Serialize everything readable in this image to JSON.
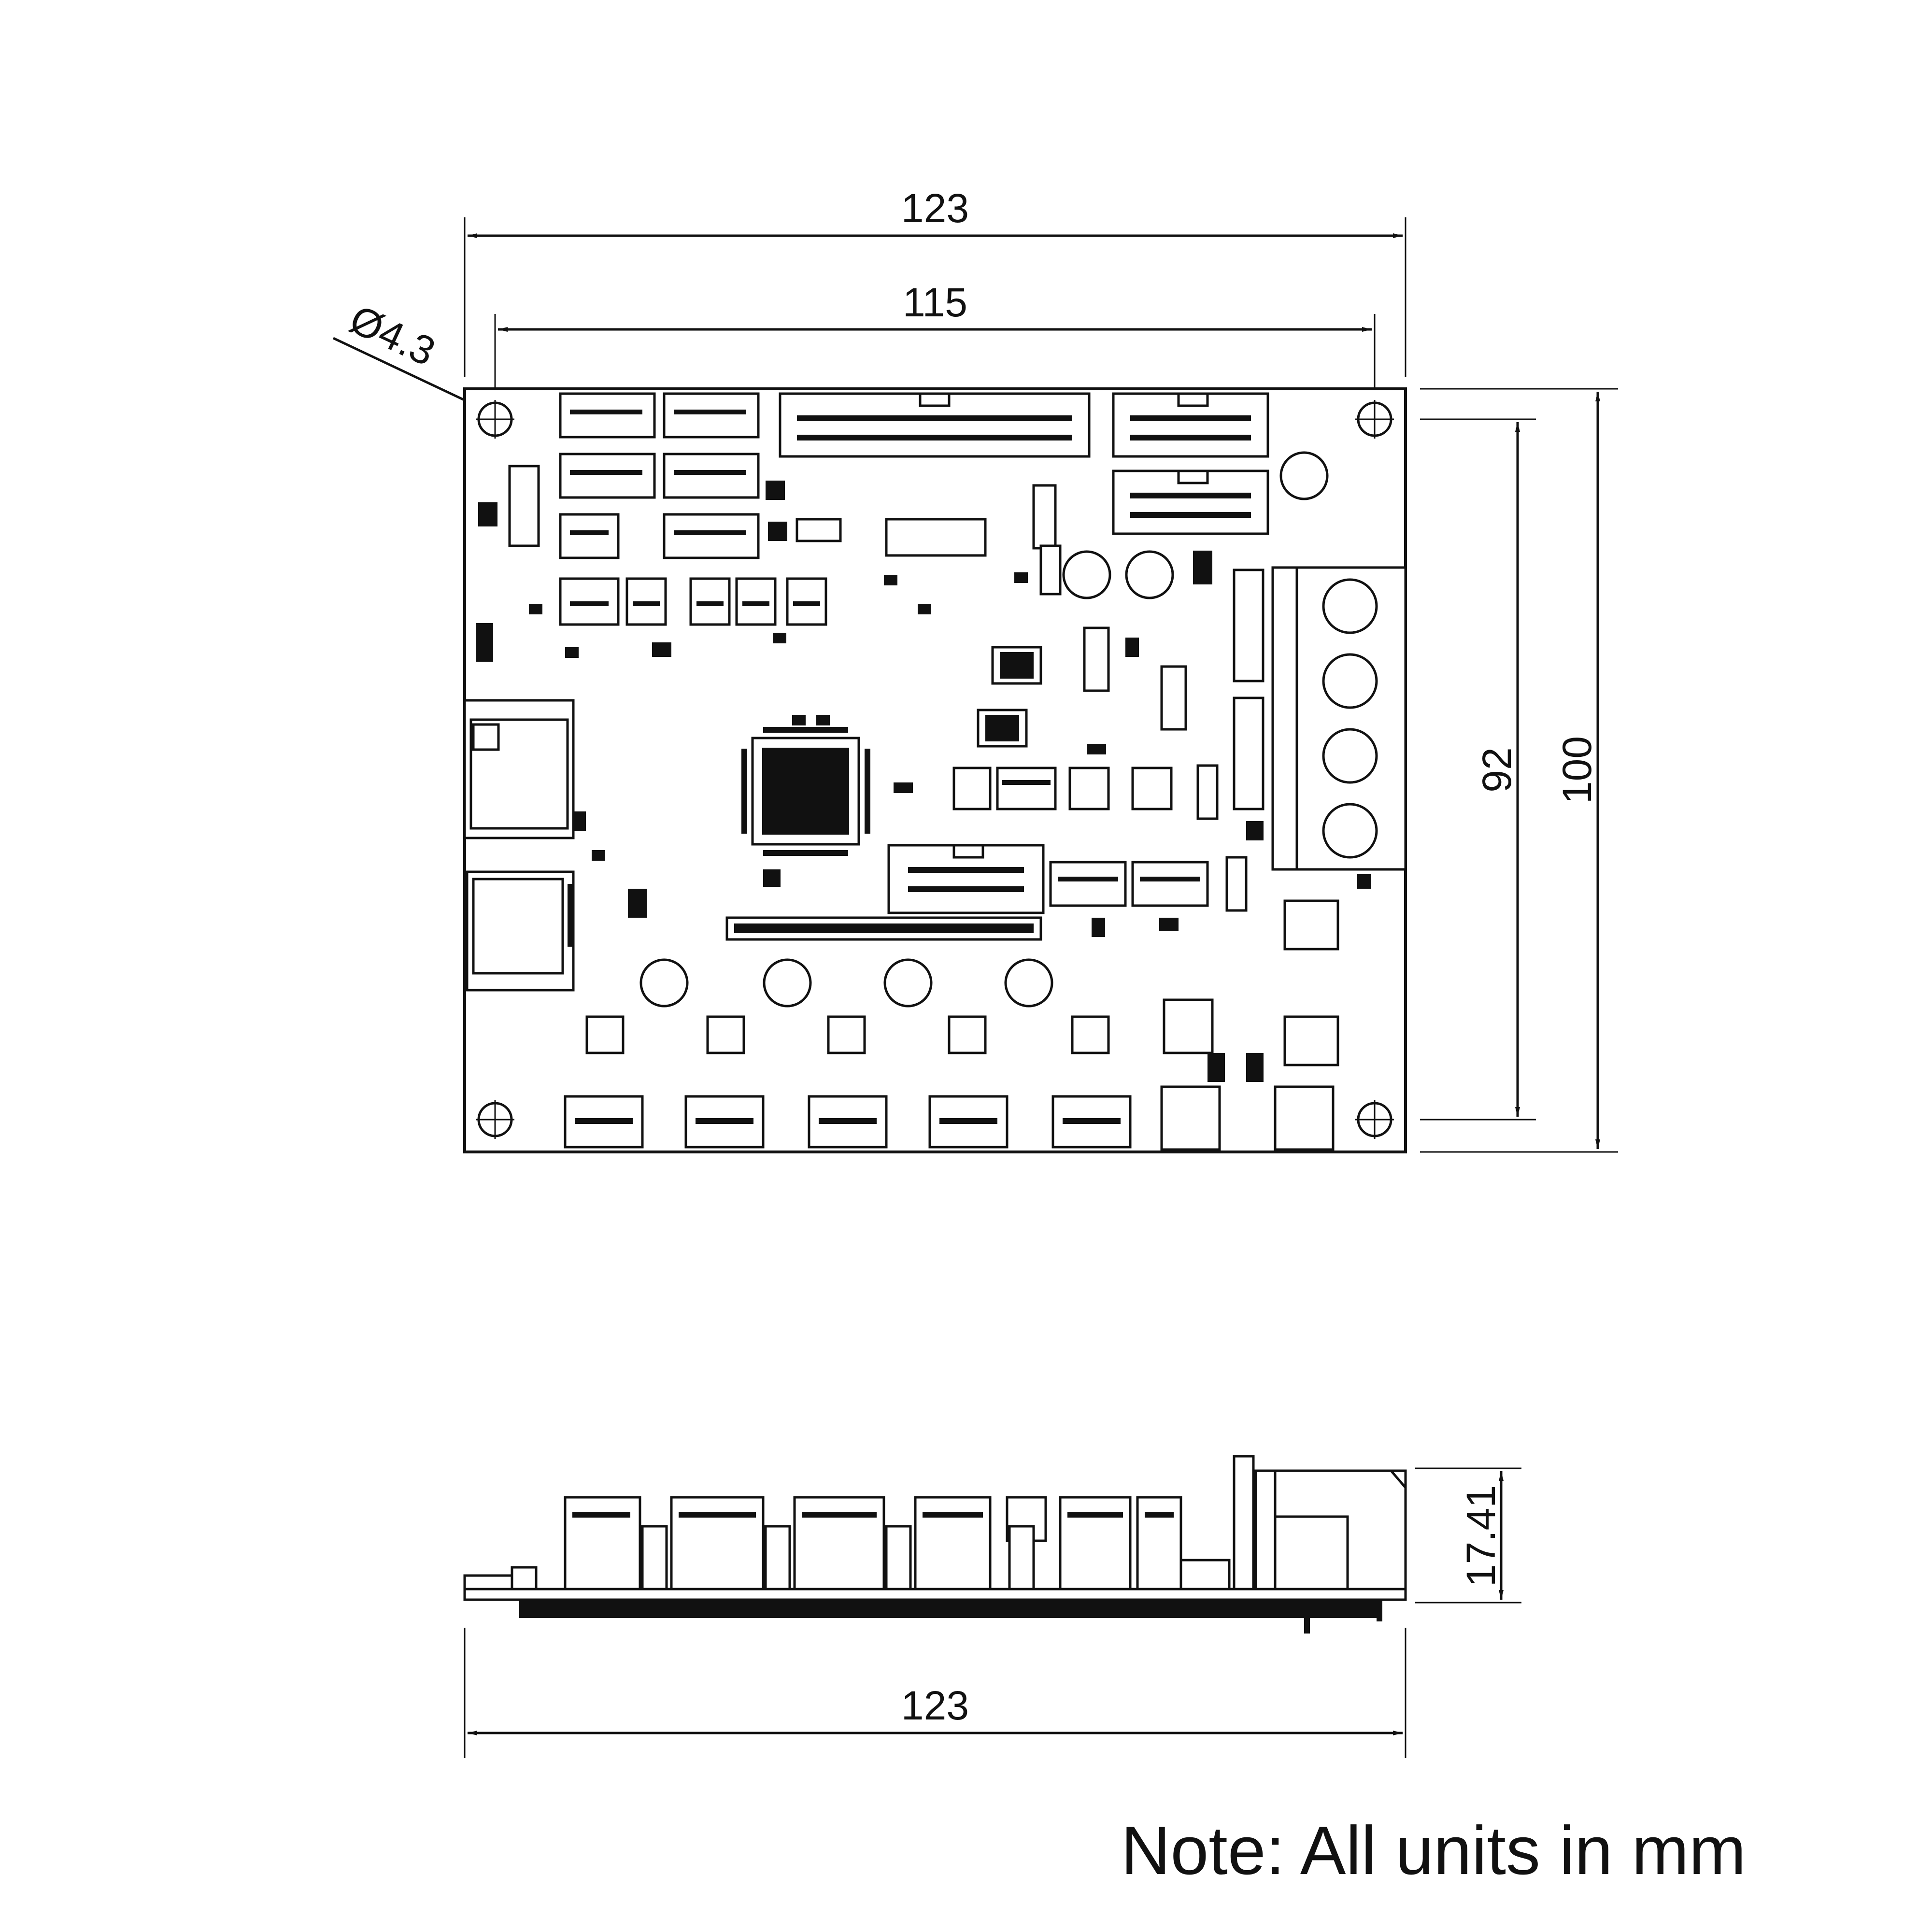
{
  "drawing": {
    "top_view": {
      "dim_width_outer": "123",
      "dim_width_holes": "115",
      "dim_hole_diameter": "Ø4.3",
      "dim_height_holes": "92",
      "dim_height_outer": "100"
    },
    "side_view": {
      "dim_height": "17.41",
      "dim_width": "123"
    },
    "note": "Note: All units in mm"
  },
  "colors": {
    "line": "#111111",
    "background": "#ffffff"
  }
}
